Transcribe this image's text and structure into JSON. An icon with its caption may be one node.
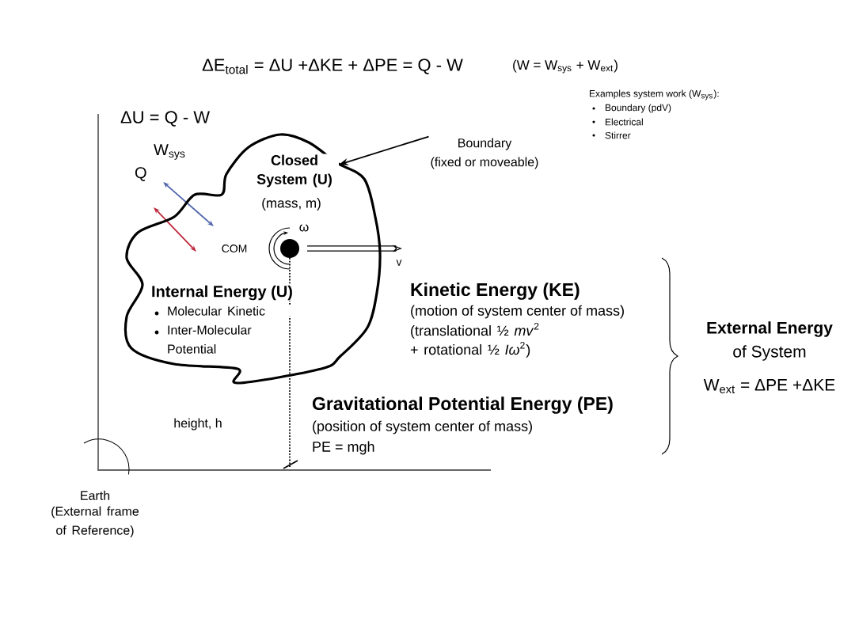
{
  "diagram": {
    "title": "ΔE$_{total}$ = ΔU +ΔKE + ΔPE = Q - W",
    "nodes": [
      {
        "text": [
          "Closed System (U)",
          "(mass, m)",
          "Internal Energy (U)",
          "Molecular Kinetic",
          "Inter-Molecular Potential"
        ]
      },
      {
        "text": [
          "Boundary",
          "(fixed or moveable)"
        ]
      }
    ],
    "edges": [
      {
        "from": 1,
        "to": 0,
        "arrow": "to"
      }
    ],
    "labels": [
      "(W = W$_{sys}$ + W$_{ext}$)",
      "Examples system work (W$_{sys}$):",
      "Boundary (pdV)",
      "Electrical",
      "Stirrer",
      "ΔU = Q - W",
      "W$_{sys}$",
      "Q",
      "ω",
      "COM",
      "v",
      "Kinetic Energy (KE)",
      "(motion of system center of mass)",
      "(translational ½ *mv*$^{2}$ + rotational ½ *Iω*$^{2}$)",
      "External Energy",
      "of System",
      "W$_{ext}$ = ΔPE +ΔKE",
      "Gravitational Potential Energy (PE)",
      "(position of system center of mass)",
      "PE = mgh",
      "height, h",
      "Earth",
      "(External frame of Reference)"
    ]
  }
}
